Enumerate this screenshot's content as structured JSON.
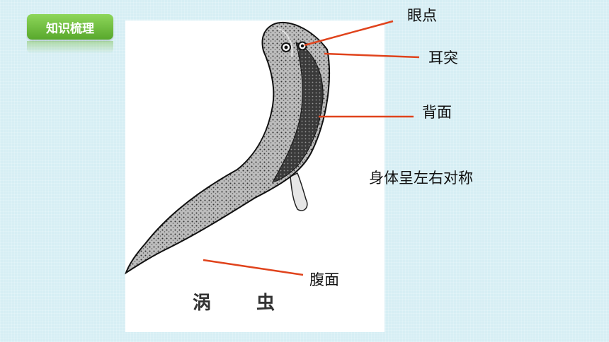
{
  "section_tag": "知识梳理",
  "figure": {
    "caption_left": "涡",
    "caption_right": "虫"
  },
  "labels": {
    "eyespot": "眼点",
    "ear": "耳突",
    "dorsal": "背面",
    "symmetry": "身体呈左右对称",
    "ventral": "腹面"
  },
  "colors": {
    "pointer_line": "#e0431c",
    "tag_green": "#6cbf3a"
  }
}
